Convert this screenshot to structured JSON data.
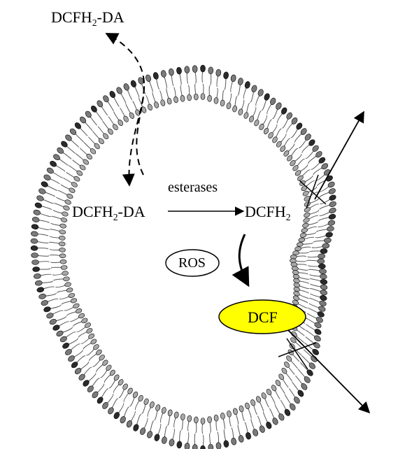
{
  "labels": {
    "outside_probe": {
      "pre": "DCFH",
      "sub": "2",
      "post": "-DA"
    },
    "inside_probe": {
      "pre": "DCFH",
      "sub": "2",
      "post": "-DA"
    },
    "enzyme": "esterases",
    "deacetylated": {
      "pre": "DCFH",
      "sub": "2",
      "post": ""
    },
    "ros": "ROS",
    "dcf": "DCF"
  },
  "colors": {
    "head_dark": "#2a2a2a",
    "head_mid": "#7a7a7a",
    "head_light": "#a8a8a8",
    "tail": "#555555",
    "dcf_fill": "#ffff00"
  }
}
